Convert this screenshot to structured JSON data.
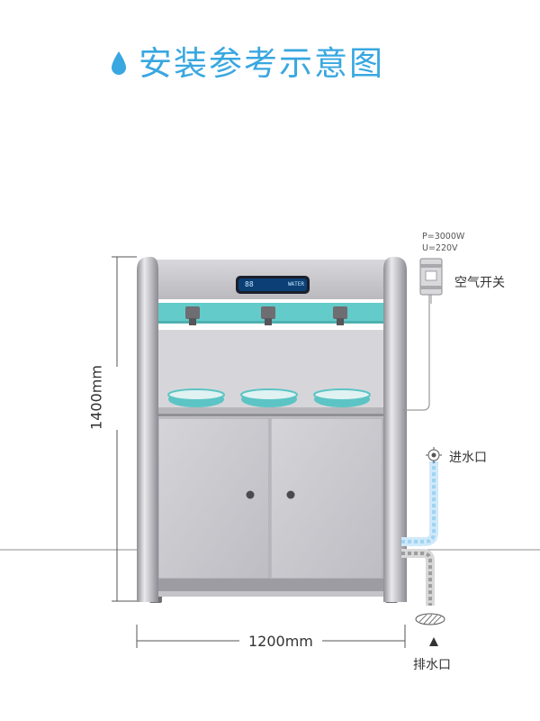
{
  "header": {
    "title": "安装参考示意图",
    "icon": "water-drop-icon",
    "title_color": "#39a7e0"
  },
  "machine": {
    "display_left": "88",
    "display_right": "WATER",
    "accent_color": "#63cbc9",
    "body_color": "#c9c9ce",
    "faucet_count": 3
  },
  "labels": {
    "power_line1": "P=3000W",
    "power_line2": "U=220V",
    "air_switch": "空气开关",
    "water_inlet": "进水口",
    "drain": "排水口",
    "height": "1400mm",
    "width": "1200mm"
  },
  "pipes": {
    "inlet_color": "#9fd3f2",
    "drain_color": "#c9c9c9"
  }
}
